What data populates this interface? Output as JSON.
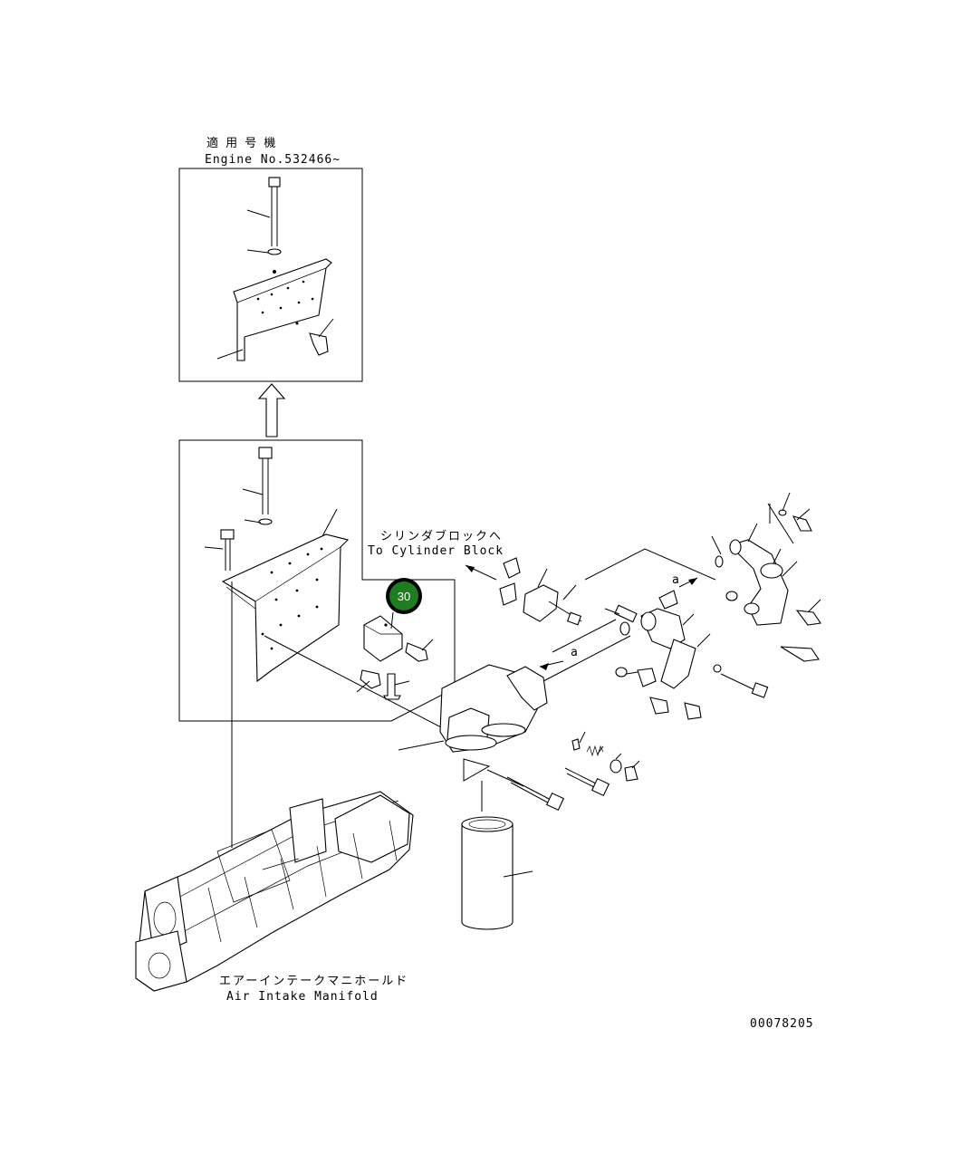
{
  "labels": {
    "applicable_jp": "適 用 号 機",
    "engine_no": "Engine No.532466~",
    "to_block_jp": "シリンダブロックへ",
    "to_block_en": "To Cylinder Block",
    "manifold_jp": "エアーインテークマニホールド",
    "manifold_en": "Air Intake Manifold",
    "ref_a1": "a",
    "ref_a2": "a",
    "drawing_no": "00078205"
  },
  "callout": {
    "number": "30",
    "color": "#1e7d1e"
  }
}
